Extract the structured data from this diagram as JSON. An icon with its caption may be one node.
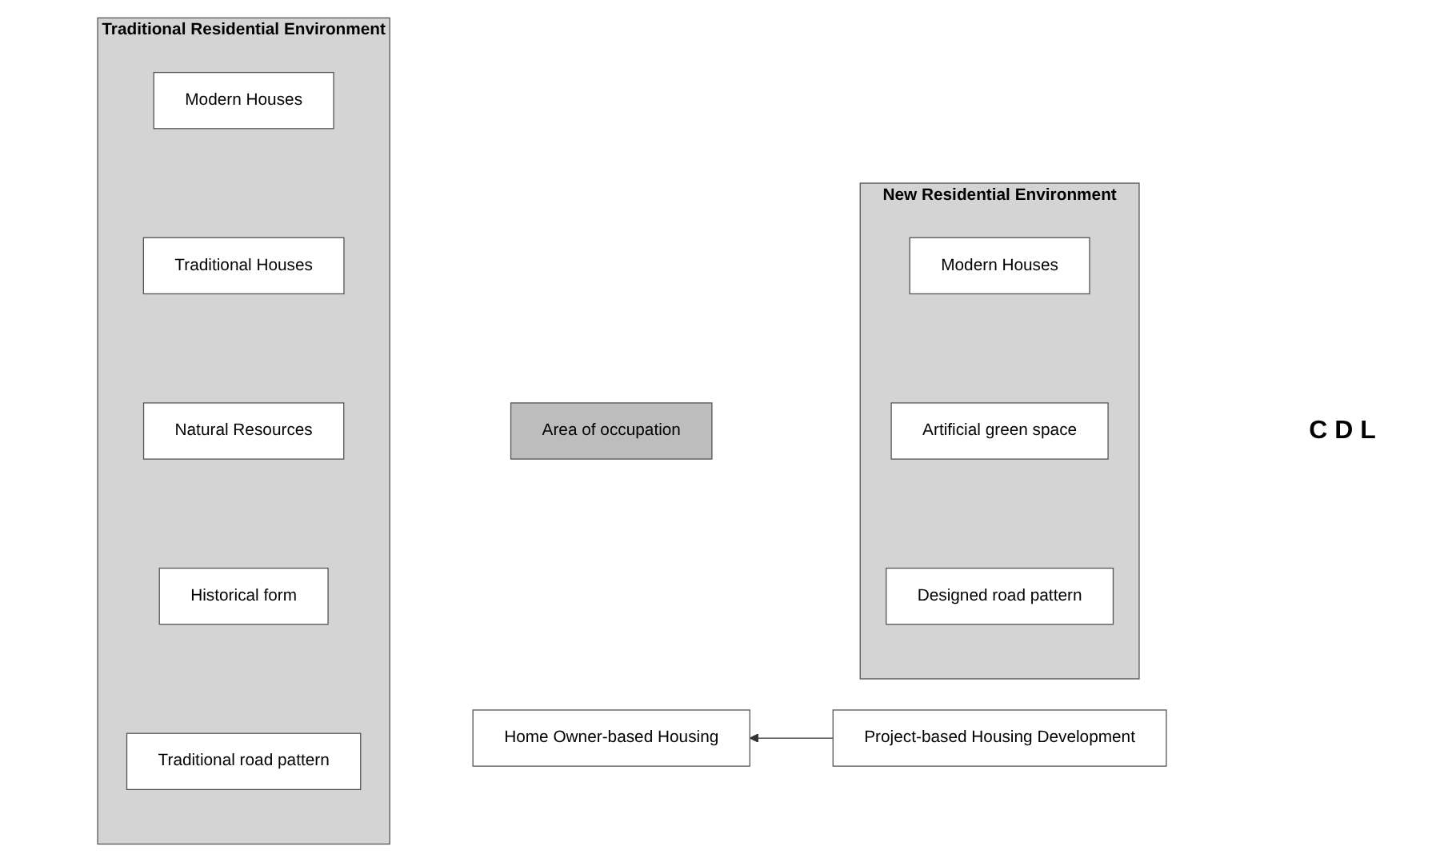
{
  "diagram": {
    "nodes": [
      {
        "text": [
          "Traditional Residential Environment"
        ]
      },
      {
        "text": [
          "Modern Houses"
        ],
        "in": 0
      },
      {
        "text": [
          "Traditional Houses"
        ],
        "in": 0
      },
      {
        "text": [
          "Natural Resources"
        ],
        "in": 0
      },
      {
        "text": [
          "Historical form"
        ],
        "in": 0
      },
      {
        "text": [
          "Traditional road pattern"
        ],
        "in": 0
      },
      {
        "text": [
          "Area of occupation"
        ]
      },
      {
        "text": [
          "New Residential Environment"
        ]
      },
      {
        "text": [
          "Modern Houses"
        ],
        "in": 7
      },
      {
        "text": [
          "Artificial green space"
        ],
        "in": 7
      },
      {
        "text": [
          "Designed road pattern"
        ],
        "in": 7
      },
      {
        "text": [
          "Home Owner-based Housing"
        ]
      },
      {
        "text": [
          "Project-based Housing Development"
        ]
      }
    ],
    "edges": [
      {
        "from": 12,
        "to": 11,
        "arrow": "to"
      }
    ],
    "labels": [
      "C D L"
    ]
  }
}
